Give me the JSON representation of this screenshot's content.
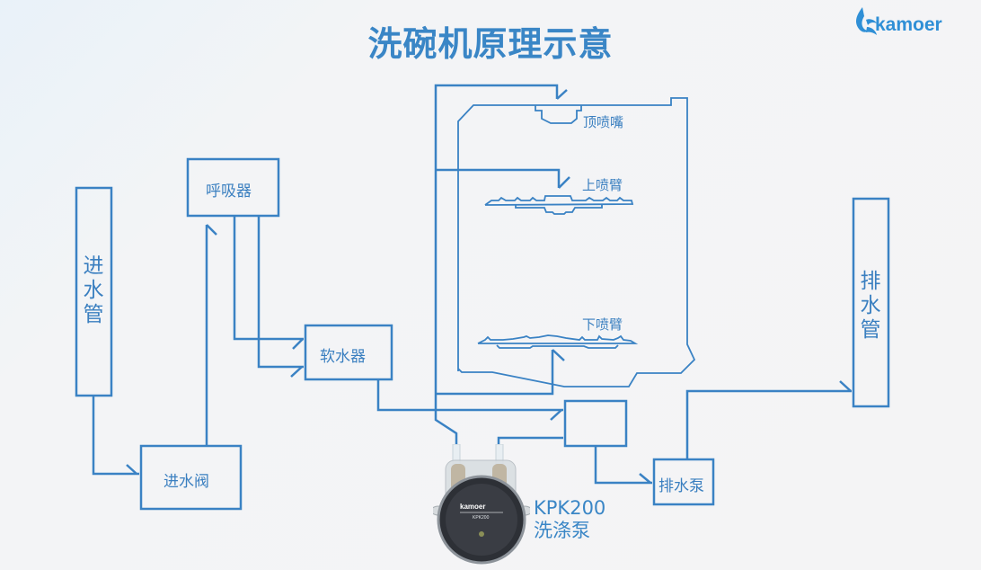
{
  "title": "洗碗机原理示意",
  "brand": {
    "name": "kamoer",
    "color": "#2f8fd6"
  },
  "colors": {
    "line": "#3a82c4",
    "text": "#3a7fc0",
    "title": "#3a86c6"
  },
  "components": {
    "inlet_pipe": "进水管",
    "breather": "呼吸器",
    "softener": "软水器",
    "inlet_valve": "进水阀",
    "top_nozzle": "顶喷嘴",
    "upper_spray_arm": "上喷臂",
    "lower_spray_arm": "下喷臂",
    "drain_pump": "排水泵",
    "drain_pipe": "排水管",
    "detergent_pump_model": "KPK200",
    "detergent_pump_name": "洗涤泵",
    "pump_face_brand": "kamoer",
    "pump_face_model": "KPK200"
  }
}
